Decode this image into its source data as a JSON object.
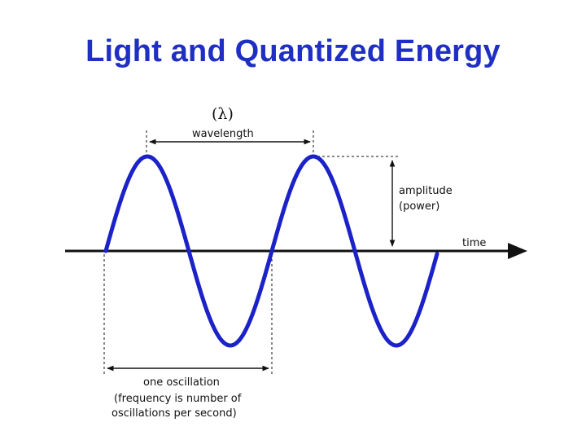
{
  "title": "Light and Quantized Energy",
  "diagram": {
    "lambda_symbol": "(λ)",
    "wavelength_label": "wavelength",
    "amplitude_label_line1": "amplitude",
    "amplitude_label_line2": "(power)",
    "time_label": "time",
    "oscillation_label": "one oscillation",
    "frequency_note_line1": "(frequency is number of",
    "frequency_note_line2": "oscillations per second)",
    "wave_color": "#1a22c8"
  }
}
